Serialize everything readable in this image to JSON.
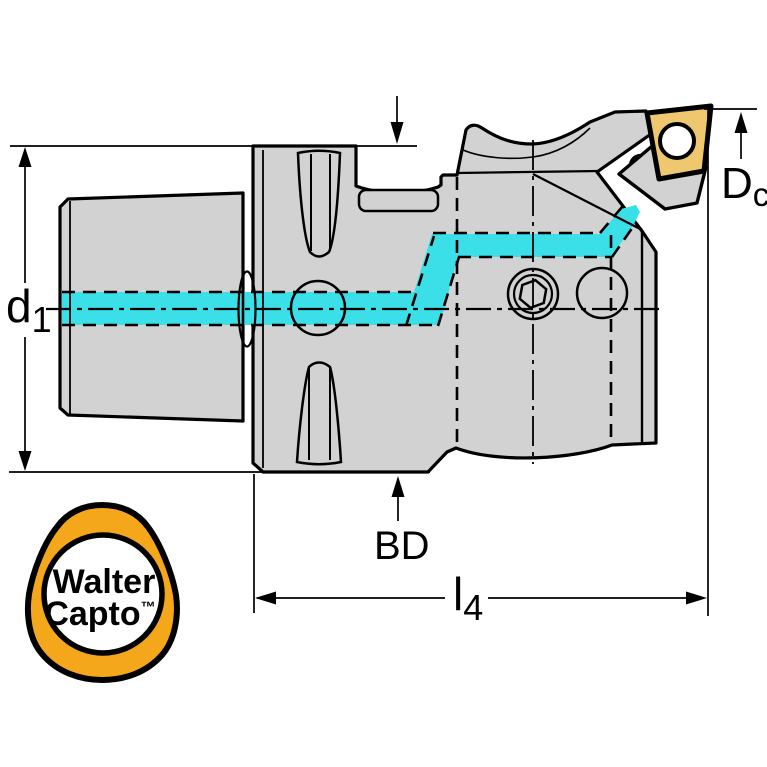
{
  "diagram": {
    "title": "Walter Capto tool holder dimension drawing",
    "labels": {
      "d1": {
        "main": "d",
        "sub": "1"
      },
      "dc": {
        "main": "D",
        "sub": "c"
      },
      "bd": "BD",
      "l4": {
        "main": "l",
        "sub": "4"
      }
    },
    "logo": {
      "line1": "Walter",
      "line2": "Capto",
      "tm": "™"
    },
    "colors": {
      "background": "#ffffff",
      "body_gray": "#d2d2d2",
      "outline": "#000000",
      "coolant_cyan": "#3bdfe8",
      "insert_gold": "#efc76e",
      "logo_orange": "#f5a71b"
    }
  }
}
